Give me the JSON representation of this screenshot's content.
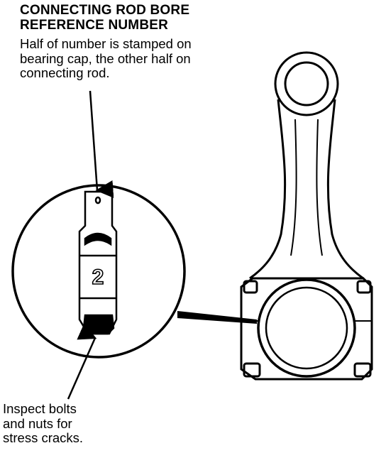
{
  "reference": {
    "title_lines": [
      "CONNECTING ROD BORE",
      "REFERENCE NUMBER"
    ],
    "description_lines": [
      "Half of number is stamped on",
      "bearing cap, the other half on",
      "connecting rod."
    ]
  },
  "inspection_note": {
    "lines": [
      "Inspect bolts",
      "and nuts for",
      "stress cracks."
    ]
  },
  "detail": {
    "stamped_number": "2"
  }
}
